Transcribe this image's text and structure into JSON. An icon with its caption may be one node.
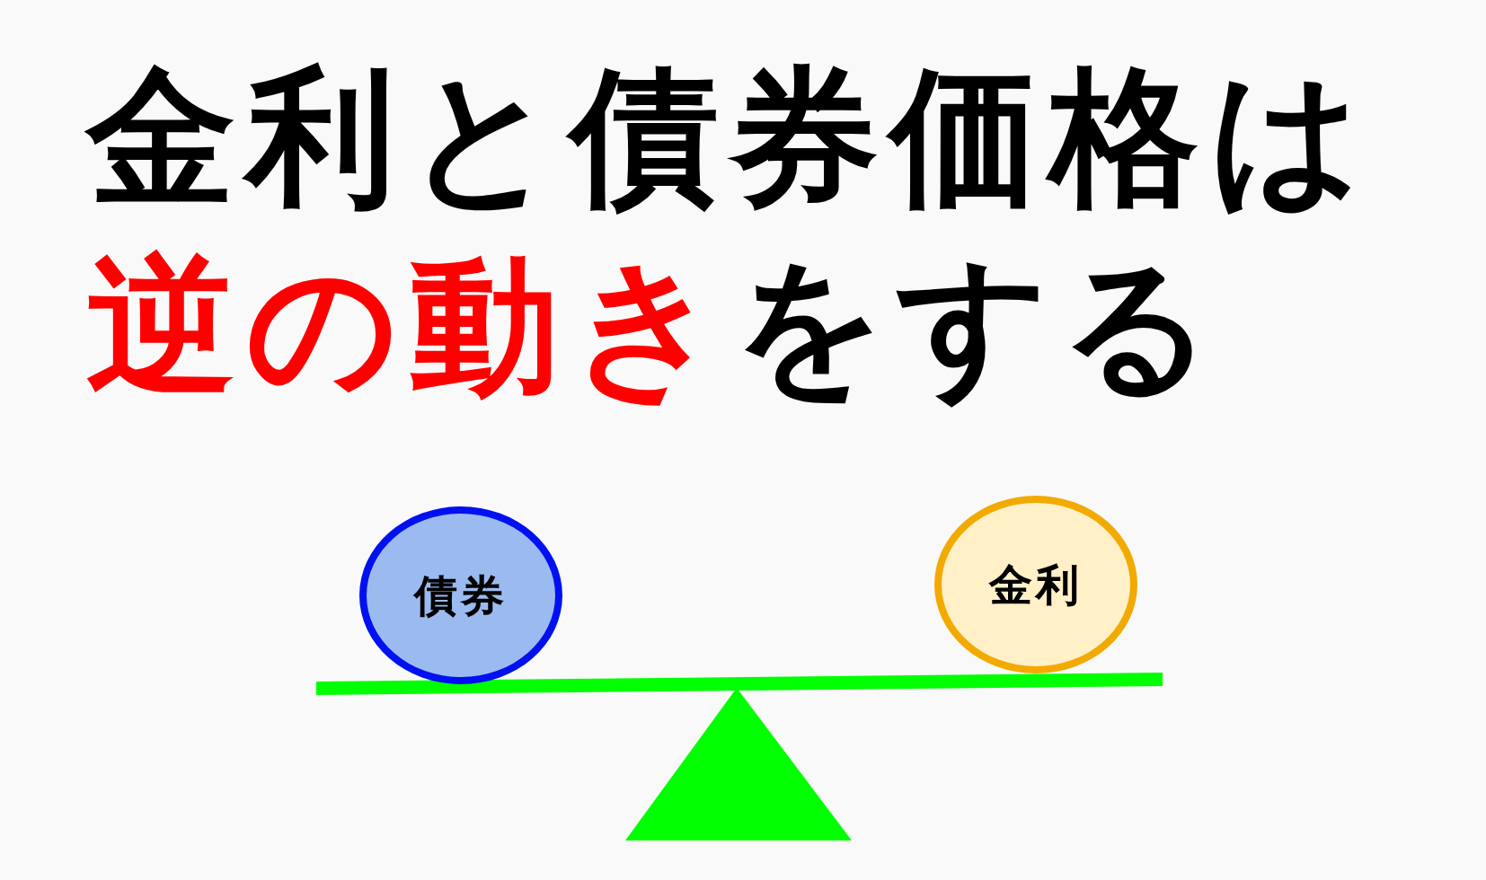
{
  "diagram": {
    "title": "金利と債券価格は**逆の動き**をする",
    "nodes": [
      {
        "text": [
          "債券"
        ]
      },
      {
        "text": [
          "金利"
        ]
      }
    ]
  }
}
